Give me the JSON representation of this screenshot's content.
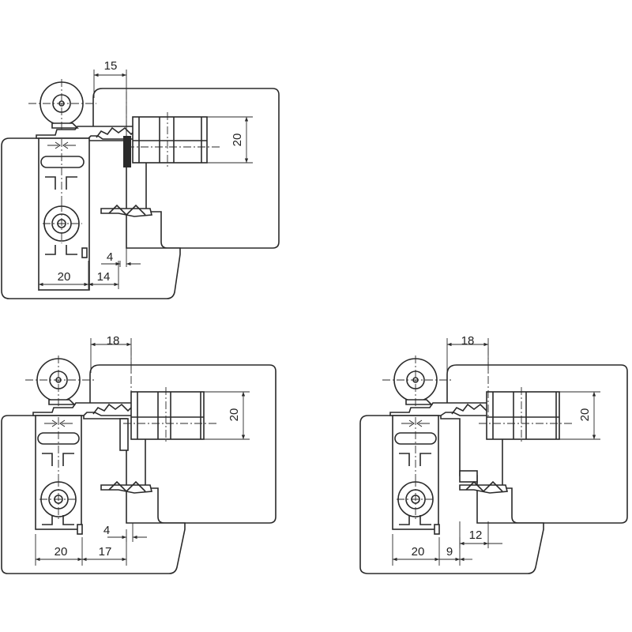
{
  "drawings": [
    {
      "id": "detail-top-left",
      "dimensions": {
        "top_offset": "15",
        "height": "20",
        "small_offset": "4",
        "body_width": "20",
        "gap_width": "14"
      }
    },
    {
      "id": "detail-bottom-left",
      "dimensions": {
        "top_offset": "18",
        "height": "20",
        "small_offset": "4",
        "body_width": "20",
        "gap_width": "17"
      }
    },
    {
      "id": "detail-bottom-right",
      "dimensions": {
        "top_offset": "18",
        "height": "20",
        "small_offset": "12",
        "body_width": "20",
        "gap_width": "9"
      }
    }
  ],
  "colors": {
    "line": "#2a2a2a",
    "background": "#ffffff"
  }
}
